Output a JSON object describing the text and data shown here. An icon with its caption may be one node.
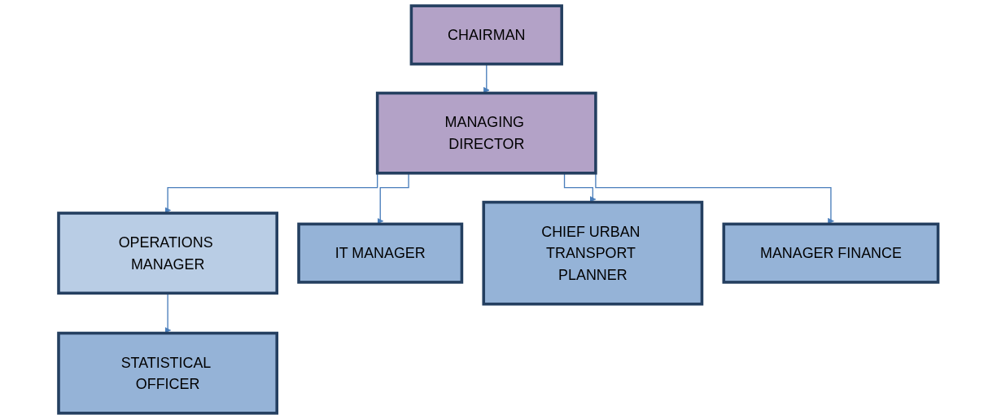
{
  "diagram": {
    "nodes": [
      {
        "text": [
          "CHAIRMAN"
        ]
      },
      {
        "text": [
          "MANAGING DIRECTOR"
        ]
      },
      {
        "text": [
          "OPERATIONS MANAGER"
        ]
      },
      {
        "text": [
          "IT MANAGER"
        ]
      },
      {
        "text": [
          "CHIEF URBAN TRANSPORT PLANNER"
        ]
      },
      {
        "text": [
          "MANAGER FINANCE"
        ]
      },
      {
        "text": [
          "STATISTICAL OFFICER"
        ]
      }
    ],
    "edges": [
      {
        "from": 0,
        "to": 1,
        "arrow": "to"
      },
      {
        "from": 1,
        "to": 2,
        "arrow": "to"
      },
      {
        "from": 1,
        "to": 3,
        "arrow": "to"
      },
      {
        "from": 1,
        "to": 4,
        "arrow": "to"
      },
      {
        "from": 1,
        "to": 5,
        "arrow": "to"
      },
      {
        "from": 2,
        "to": 6,
        "arrow": "to"
      }
    ]
  }
}
